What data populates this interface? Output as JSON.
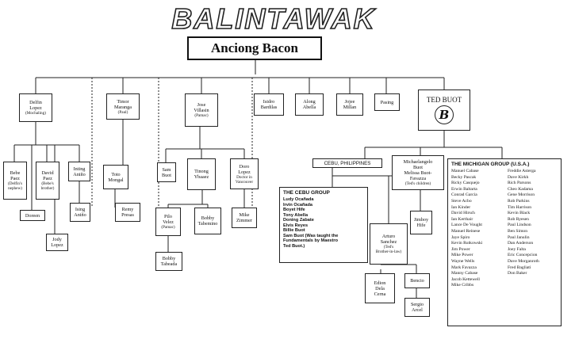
{
  "title": "BALINTAWAK",
  "root": {
    "name": "Anciong Bacon"
  },
  "level1": [
    {
      "id": "delfin",
      "name": "Delfin\nLopez",
      "sub": "(Mochaling)"
    },
    {
      "id": "timor",
      "name": "Timor\nMaranga",
      "sub": "(Paul)"
    },
    {
      "id": "jose",
      "name": "Jose\nVillasin",
      "sub": "(Pamac)"
    },
    {
      "id": "isidro",
      "name": "Isidro\nBardilas",
      "sub": ""
    },
    {
      "id": "abella",
      "name": "Along\nAbella",
      "sub": ""
    },
    {
      "id": "millan",
      "name": "Jojee\nMillan",
      "sub": ""
    },
    {
      "id": "pasing",
      "name": "Pasing",
      "sub": ""
    },
    {
      "id": "tedbuot",
      "name": "TED BUOT",
      "sub": ""
    }
  ],
  "delfin_children": [
    {
      "id": "bebe",
      "name": "Bebe\nPaez",
      "sub": "(Delfin's\nnephew)"
    },
    {
      "id": "david",
      "name": "David\nPaez",
      "sub": "(Bebe's\nbrother)"
    },
    {
      "id": "inting",
      "name": "Inting\nAniño",
      "sub": ""
    },
    {
      "id": "doreen",
      "name": "Doreen",
      "sub": ""
    },
    {
      "id": "ising",
      "name": "Ising\nAniño",
      "sub": ""
    },
    {
      "id": "jody",
      "name": "Jody\nLopez",
      "sub": ""
    }
  ],
  "timor_children": [
    {
      "id": "toto",
      "name": "Toto\nMongal",
      "sub": ""
    },
    {
      "id": "remy",
      "name": "Remy\nPresas",
      "sub": ""
    }
  ],
  "jose_children": [
    {
      "id": "sam",
      "name": "Sam\nBuot",
      "sub": ""
    },
    {
      "id": "yhaaz",
      "name": "Tinong\nYbaaez",
      "sub": ""
    },
    {
      "id": "donlopez",
      "name": "Doro\nLopez",
      "sub": "Doctor in\nVancouver"
    },
    {
      "id": "pilo",
      "name": "Pilo\nVelez",
      "sub": "(Pamac)"
    },
    {
      "id": "bobby",
      "name": "Bobby\nTabemino",
      "sub": ""
    },
    {
      "id": "mike",
      "name": "Mike\nZimmer",
      "sub": ""
    },
    {
      "id": "tabeada",
      "name": "Bobby\nTabeada",
      "sub": ""
    }
  ],
  "ted_children": {
    "cebu_ph": "CEBU, PHILIPPINES",
    "michaelangelo": {
      "name": "Michaelangelo\nBuot\nMelissa Buot-\nFavazza",
      "sub": "(Ted's children)"
    },
    "michigan": {
      "title": "THE MICHIGAN GROUP (U.S.A.)",
      "col1": [
        "Manuel Cabase",
        "Becky Pascak",
        "Ricky Casquejo",
        "Erwin Baltarta",
        "Conrad Garcia",
        "Steve Acbo",
        "Ian Kinder",
        "David Hirsch",
        "Ian Kerthair",
        "Lance De Vought",
        "Manuel Reinese",
        "Jaye Spiro",
        "Kevin Rutkowski",
        "Jim Power",
        "Mike Power",
        "Wayne Wells",
        "Mark Favazza",
        "Manny Cabase",
        "Jacob Kettewell",
        "Mike Cribbs"
      ],
      "col2": [
        "Freddie Asterga",
        "Dave Kirkh",
        "Rich Parsons",
        "Cheo Kadama",
        "Gene Morrison",
        "Rob Parkins",
        "Tim Harrison",
        "Kevin Black",
        "Rob Ryesen",
        "Paul Lindson",
        "Ben Simon",
        "Paul Janulin",
        "Dan Anderson",
        "Joey Falta",
        "Eric Concepcion",
        "Dave Morganroth",
        "Fred Bagliati",
        "Don Baker"
      ]
    }
  },
  "cebu_group": {
    "title": "THE CEBU GROUP",
    "members": [
      "Ludy Ocañada",
      "Irvin Ocañada",
      "Boyet Hife",
      "Tony Abella",
      "Doning Zabate",
      "Elvis Reyes",
      "Billie Buot",
      "Sam Buot (Was taught the",
      "Fundamentals by Maestro",
      "Ted Buot.)"
    ]
  },
  "arturo": {
    "name": "Arturo\nSanchez",
    "sub": "(Ted's\nBrother-in-law)"
  },
  "jimboy": {
    "name": "Jimboy\nHife",
    "sub": ""
  },
  "edion": {
    "name": "Edion\nDela\nCerna",
    "sub": ""
  },
  "bencio": {
    "name": "Bencio",
    "sub": ""
  },
  "sergio": {
    "name": "Sergio\nArcel",
    "sub": ""
  }
}
